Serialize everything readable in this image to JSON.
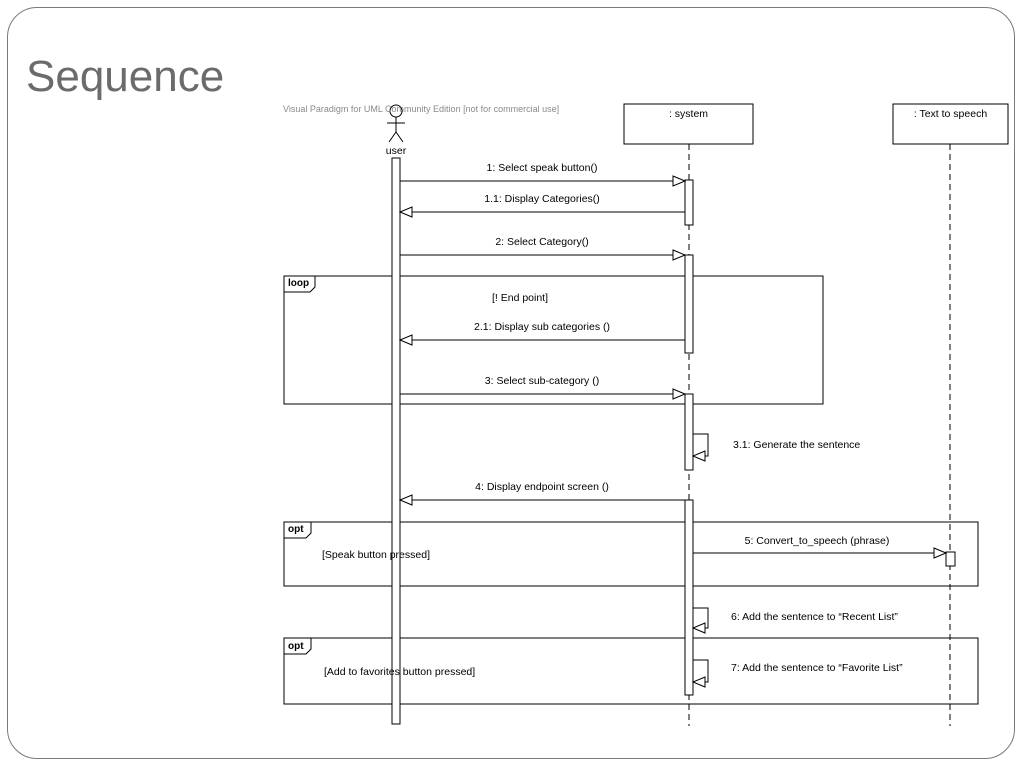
{
  "slide": {
    "title": "Sequence"
  },
  "diagram": {
    "watermark": "Visual Paradigm for UML Community Edition [not for commercial use]",
    "participants": {
      "user": "user",
      "system": ": system",
      "tts": ": Text to speech"
    },
    "messages": {
      "m1": "1: Select speak button()",
      "m1_1": "1.1: Display Categories()",
      "m2": "2: Select Category()",
      "m2_1": "2.1: Display sub categories ()",
      "m3": "3: Select sub-category ()",
      "m3_1": "3.1: Generate the sentence",
      "m4": "4: Display endpoint screen ()",
      "m5": "5: Convert_to_speech (phrase)",
      "m6": "6: Add the sentence to “Recent List”",
      "m7": "7: Add the sentence to “Favorite List”"
    },
    "fragments": {
      "loop": {
        "operator": "loop",
        "guard": "[! End point]"
      },
      "opt1": {
        "operator": "opt",
        "guard": "[Speak button pressed]"
      },
      "opt2": {
        "operator": "opt",
        "guard": "[Add to favorites button pressed]"
      }
    }
  }
}
